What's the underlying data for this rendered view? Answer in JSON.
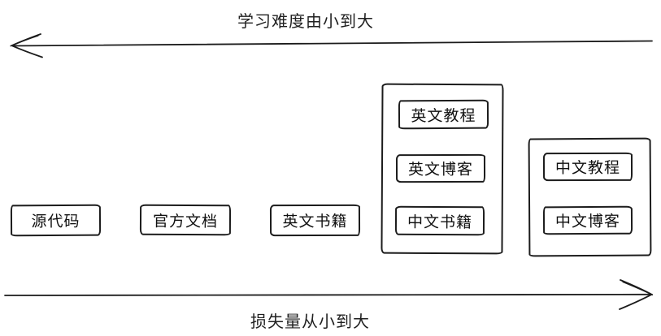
{
  "diagram": {
    "background": "#ffffff",
    "stroke_color": "#1c1c1c",
    "top_axis": {
      "label": "学习难度由小到大",
      "direction": "left"
    },
    "bottom_axis": {
      "label": "损失量从小到大",
      "direction": "right"
    },
    "nodes": [
      {
        "label": "源代码"
      },
      {
        "label": "官方文档"
      },
      {
        "label": "英文书籍"
      }
    ],
    "groups": [
      {
        "items": [
          {
            "label": "英文教程"
          },
          {
            "label": "英文博客"
          },
          {
            "label": "中文书籍"
          }
        ]
      },
      {
        "items": [
          {
            "label": "中文教程"
          },
          {
            "label": "中文博客"
          }
        ]
      }
    ]
  }
}
